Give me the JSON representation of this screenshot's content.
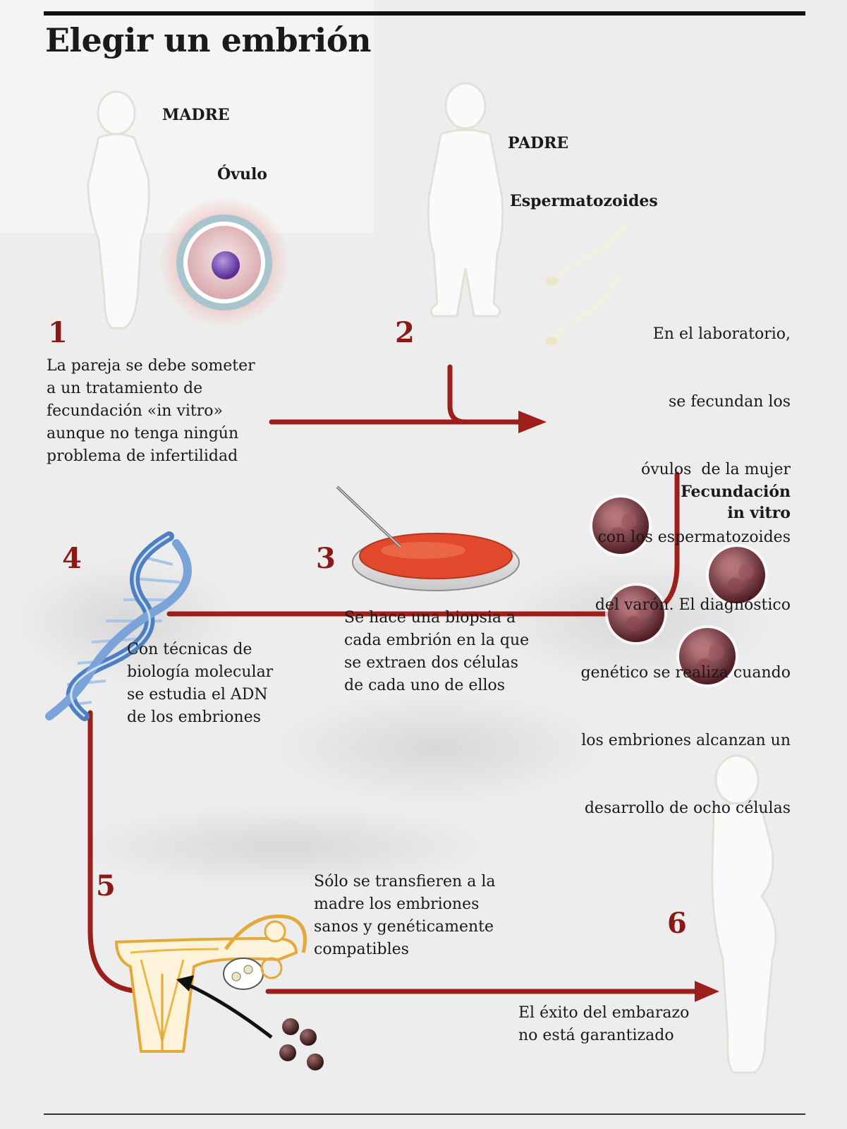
{
  "title": "Elegir un embrión",
  "labels": {
    "madre": "MADRE",
    "ovulo": "Óvulo",
    "padre": "PADRE",
    "espermatozoides": "Espermatozoides",
    "fecundacion": [
      "Fecundación",
      "in vitro"
    ]
  },
  "steps": [
    {
      "number": "1",
      "text": [
        "La pareja se debe someter",
        "a un tratamiento de",
        "fecundación «in vitro»",
        "aunque no tenga ningún",
        "problema de infertilidad"
      ]
    },
    {
      "number": "2",
      "text": [
        "En el laboratorio,",
        "se fecundan los",
        "óvulos  de la mujer",
        "con los espermatozoides",
        "del varón. El diagnóstico",
        "genético se realiza cuando",
        "los embriones alcanzan un",
        "desarrollo de ocho células"
      ]
    },
    {
      "number": "3",
      "text": [
        "Se hace una biopsia a",
        "cada embrión en la que",
        "se extraen dos células",
        "de cada uno de ellos"
      ]
    },
    {
      "number": "4",
      "text": [
        "Con técnicas de",
        "biología molecular",
        "se estudia el ADN",
        "de los embriones"
      ]
    },
    {
      "number": "5",
      "text": [
        "Sólo se transfieren a la",
        "madre los embriones",
        "sanos y genéticamente",
        "compatibles"
      ]
    },
    {
      "number": "6",
      "text": [
        "El éxito del embarazo",
        "no está garantizado"
      ]
    }
  ],
  "colors": {
    "arrow": "#9c1f1b",
    "number": "#8b1a16",
    "dna": "#5a86c4",
    "embryo": "#6a2a2e",
    "dish": "#e2492c",
    "uterus": "#e8b94a"
  },
  "icons": [
    "woman-silhouette-icon",
    "man-silhouette-icon",
    "ovum-icon",
    "sperm-icon",
    "petri-dish-icon",
    "dna-icon",
    "embryo-icon",
    "uterus-icon",
    "pregnant-woman-icon"
  ]
}
